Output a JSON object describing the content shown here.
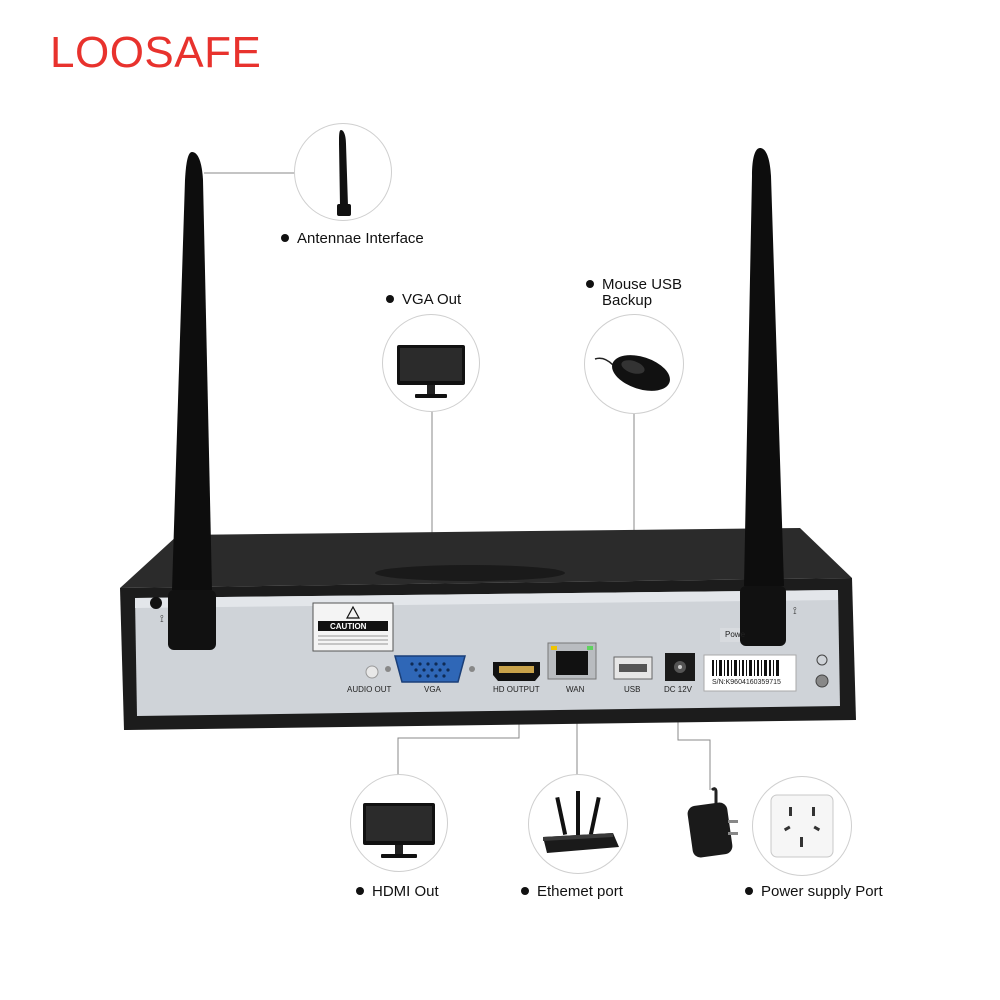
{
  "brand": {
    "name": "LOOSAFE",
    "color": "#e8322d"
  },
  "callouts": {
    "antenna": "Antennae Interface",
    "vga": "VGA Out",
    "mouse_line1": "Mouse USB",
    "mouse_line2": "Backup",
    "hdmi": "HDMI Out",
    "ethernet": "Ethemet port",
    "power": "Power supply Port"
  },
  "rear_panel": {
    "caution": "CAUTION",
    "ports": {
      "audio": "AUDIO OUT",
      "vga": "VGA",
      "hd": "HD OUTPUT",
      "wan": "WAN",
      "usb": "USB",
      "dc": "DC 12V"
    },
    "power_text": "Powe",
    "serial": "S/N:K9604160359715"
  },
  "icons": [
    "antenna-icon",
    "monitor-icon",
    "mouse-icon",
    "router-icon",
    "power-adapter-icon",
    "wall-socket-icon"
  ]
}
